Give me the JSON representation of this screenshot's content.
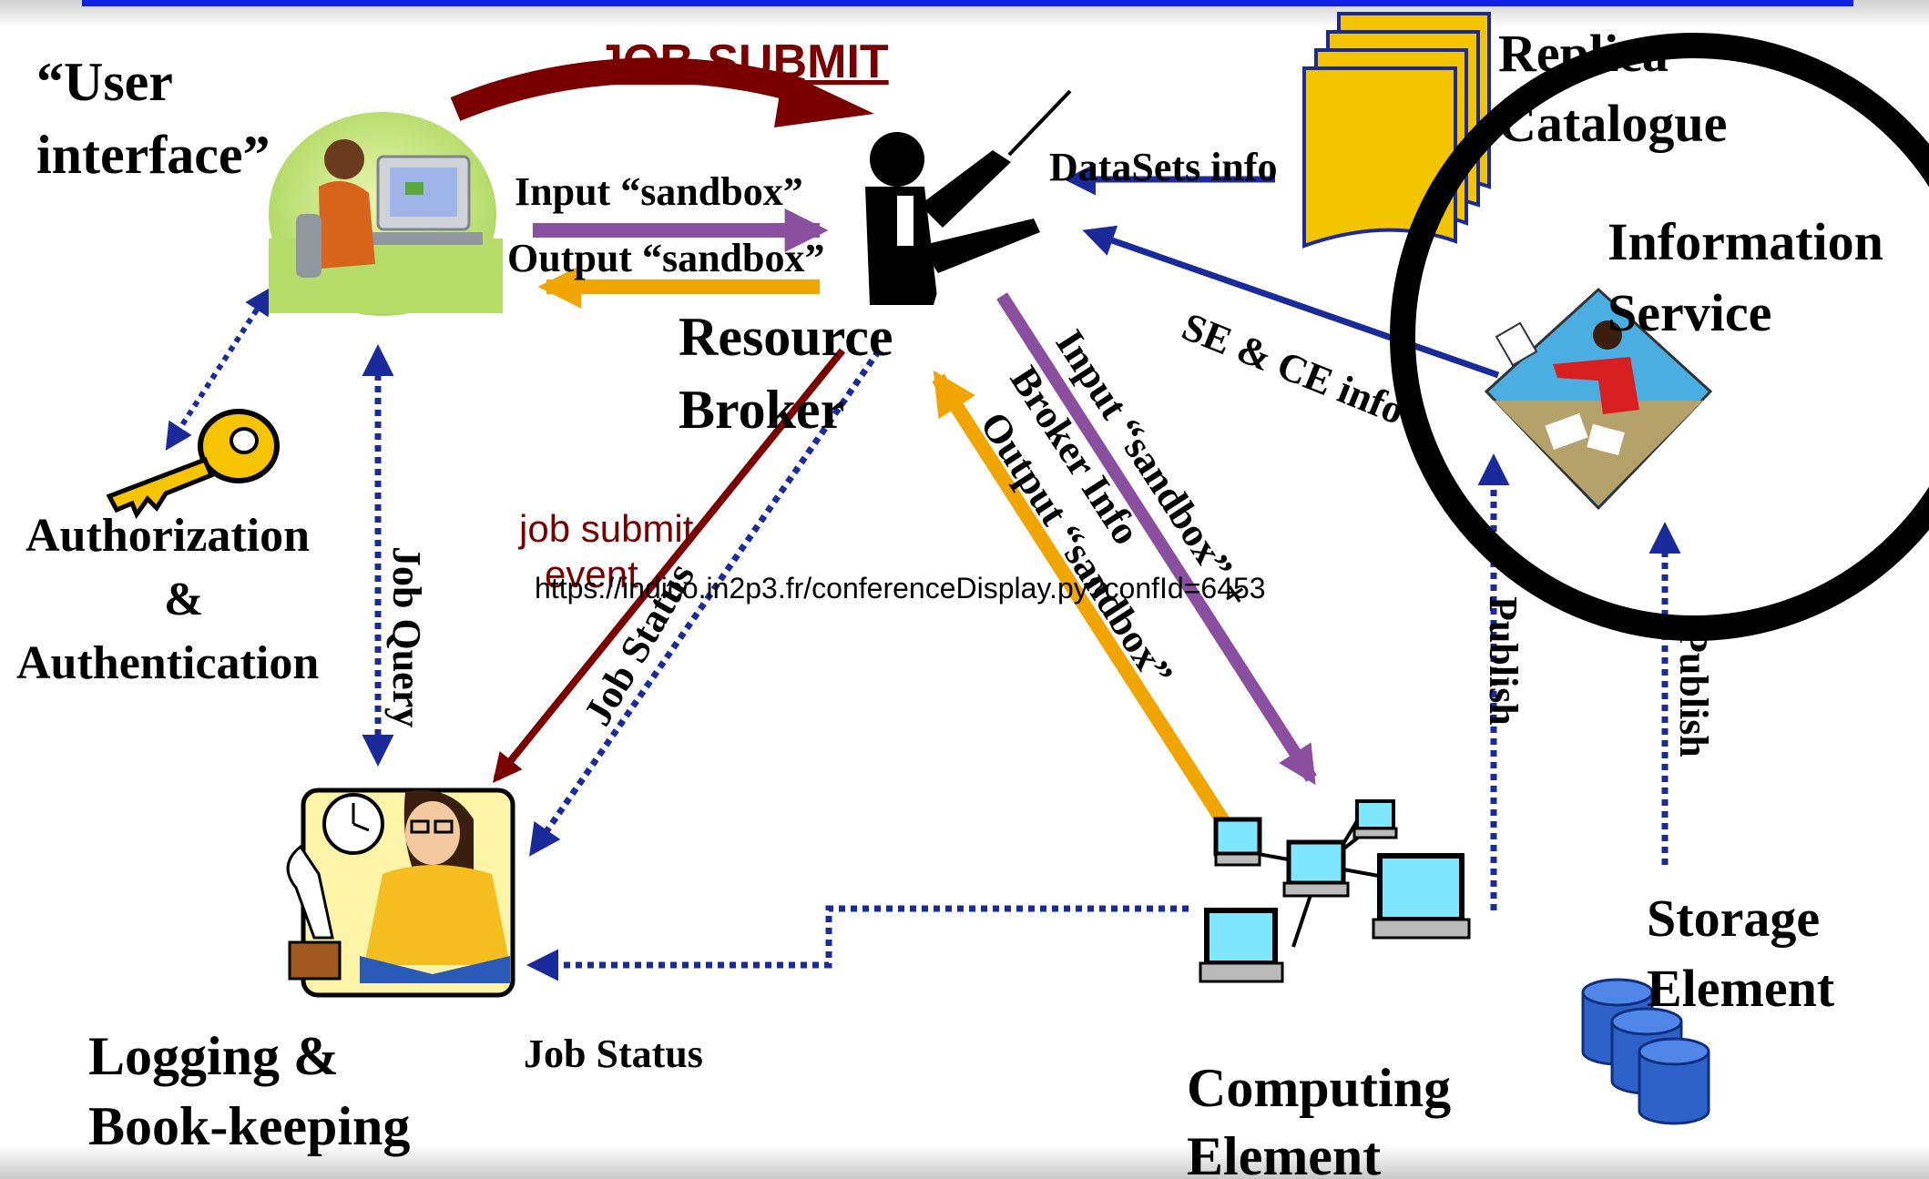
{
  "labels": {
    "job_submit": "JOB SUBMIT",
    "user_interface_line1": "“User",
    "user_interface_line2": "interface”",
    "input_sandbox": "Input “sandbox”",
    "output_sandbox": "Output “sandbox”",
    "resource_broker_line1": "Resource",
    "resource_broker_line2": "Broker",
    "datasets_info": "DataSets info",
    "replica_catalogue_line1": "Replica",
    "replica_catalogue_line2": "Catalogue",
    "information_service_line1": "Information",
    "information_service_line2": "Service",
    "se_ce_info": "SE & CE info",
    "authorization_line1": "Authorization",
    "authorization_line2": "&",
    "authorization_line3": "Authentication",
    "job_query": "Job Query",
    "job_submit_event_line1": "job submit",
    "job_submit_event_line2": "event",
    "job_status_diagonal": "Job Status",
    "url": "https://indico.in2p3.fr/conferenceDisplay.py?confId=6453",
    "input_sandbox_broker_line1": "Input “sandbox” +",
    "input_sandbox_broker_line2": "Broker Info",
    "output_sandbox_diagonal": "Output “sandbox”",
    "publish_ce": "Publish",
    "publish_se": "Publish",
    "storage_element_line1": "Storage",
    "storage_element_line2": "Element",
    "logging_line1": "Logging &",
    "logging_line2": "Book-keeping",
    "job_status_bottom": "Job Status",
    "computing_element_line1": "Computing",
    "computing_element_line2": "Element"
  },
  "icons": {
    "user": "user-at-computer-icon",
    "broker": "conductor-icon",
    "key": "key-icon",
    "replica": "documents-icon",
    "info": "information-service-icon",
    "logging": "clerk-icon",
    "computing": "computer-network-icon",
    "storage": "database-cylinders-icon"
  },
  "colors": {
    "maroon": "#7a0000",
    "purple": "#8a4f9e",
    "orange": "#f0a500",
    "navy": "#1a2a9a",
    "blue_bar": "#1020e0",
    "black": "#000000"
  }
}
